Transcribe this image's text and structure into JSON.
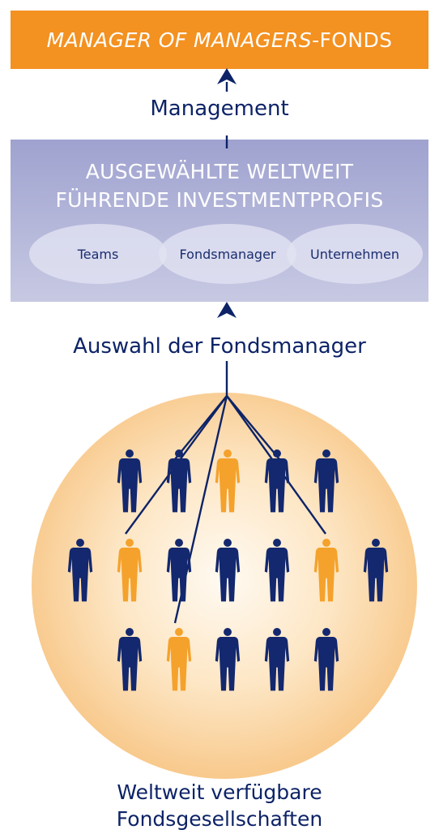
{
  "top_box": {
    "title_italic": "MANAGER OF MANAGERS",
    "title_rest": "-FONDS"
  },
  "management_label": "Management",
  "selected_box": {
    "title_line1": "AUSGEWÄHLTE WELTWEIT",
    "title_line2": "FÜHRENDE INVESTMENTPROFIS",
    "ellipses": [
      "Teams",
      "Fondsmanager",
      "Unternehmen"
    ]
  },
  "selection_label": "Auswahl der Fondsmanager",
  "bottom_caption": {
    "line1": "Weltweit verfügbare",
    "line2": "Fondsgesellschaften"
  },
  "colors": {
    "orange": "#f39121",
    "navy": "#0d2367",
    "lavender": "#a4a7d2",
    "figure_navy": "#13286e",
    "figure_orange": "#f4a22c"
  },
  "icons": [
    "person-icon"
  ],
  "people": [
    [
      "navy",
      "navy",
      "orange",
      "navy",
      "navy"
    ],
    [
      "navy",
      "orange",
      "navy",
      "navy",
      "navy",
      "orange",
      "navy"
    ],
    [
      "navy",
      "orange",
      "navy",
      "navy",
      "navy"
    ]
  ]
}
